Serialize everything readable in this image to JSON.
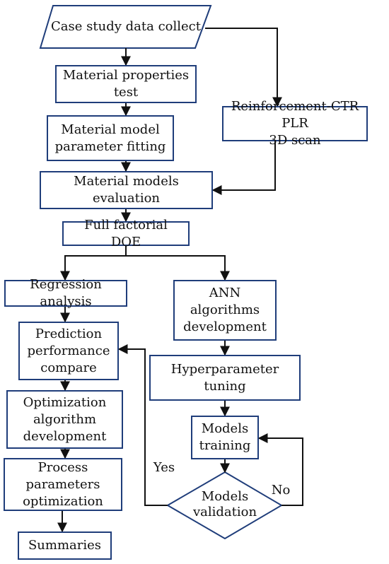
{
  "diagram": {
    "nodes": {
      "case_study": "Case study data collect",
      "material_properties": "Material properties test",
      "reinforcement": [
        "Reinforcement-CTR PLR",
        "3D scan"
      ],
      "material_model_fit": [
        "Material model",
        "parameter fitting"
      ],
      "material_models_eval": "Material models evaluation",
      "full_factorial": "Full factorial DOE",
      "regression": "Regression analysis",
      "ann": [
        "ANN algorithms",
        "development"
      ],
      "prediction": [
        "Prediction",
        "performance",
        "compare"
      ],
      "hyperparameter": "Hyperparameter tuning",
      "optimization_algo": [
        "Optimization",
        "algorithm",
        "development"
      ],
      "models_training": [
        "Models",
        "training"
      ],
      "process_params": [
        "Process parameters",
        "optimization"
      ],
      "models_validation": [
        "Models",
        "validation"
      ],
      "summaries": "Summaries"
    },
    "labels": {
      "yes": "Yes",
      "no": "No"
    },
    "colors": {
      "box_border": "#1f3d7a",
      "line": "#111111",
      "text": "#111111"
    }
  }
}
